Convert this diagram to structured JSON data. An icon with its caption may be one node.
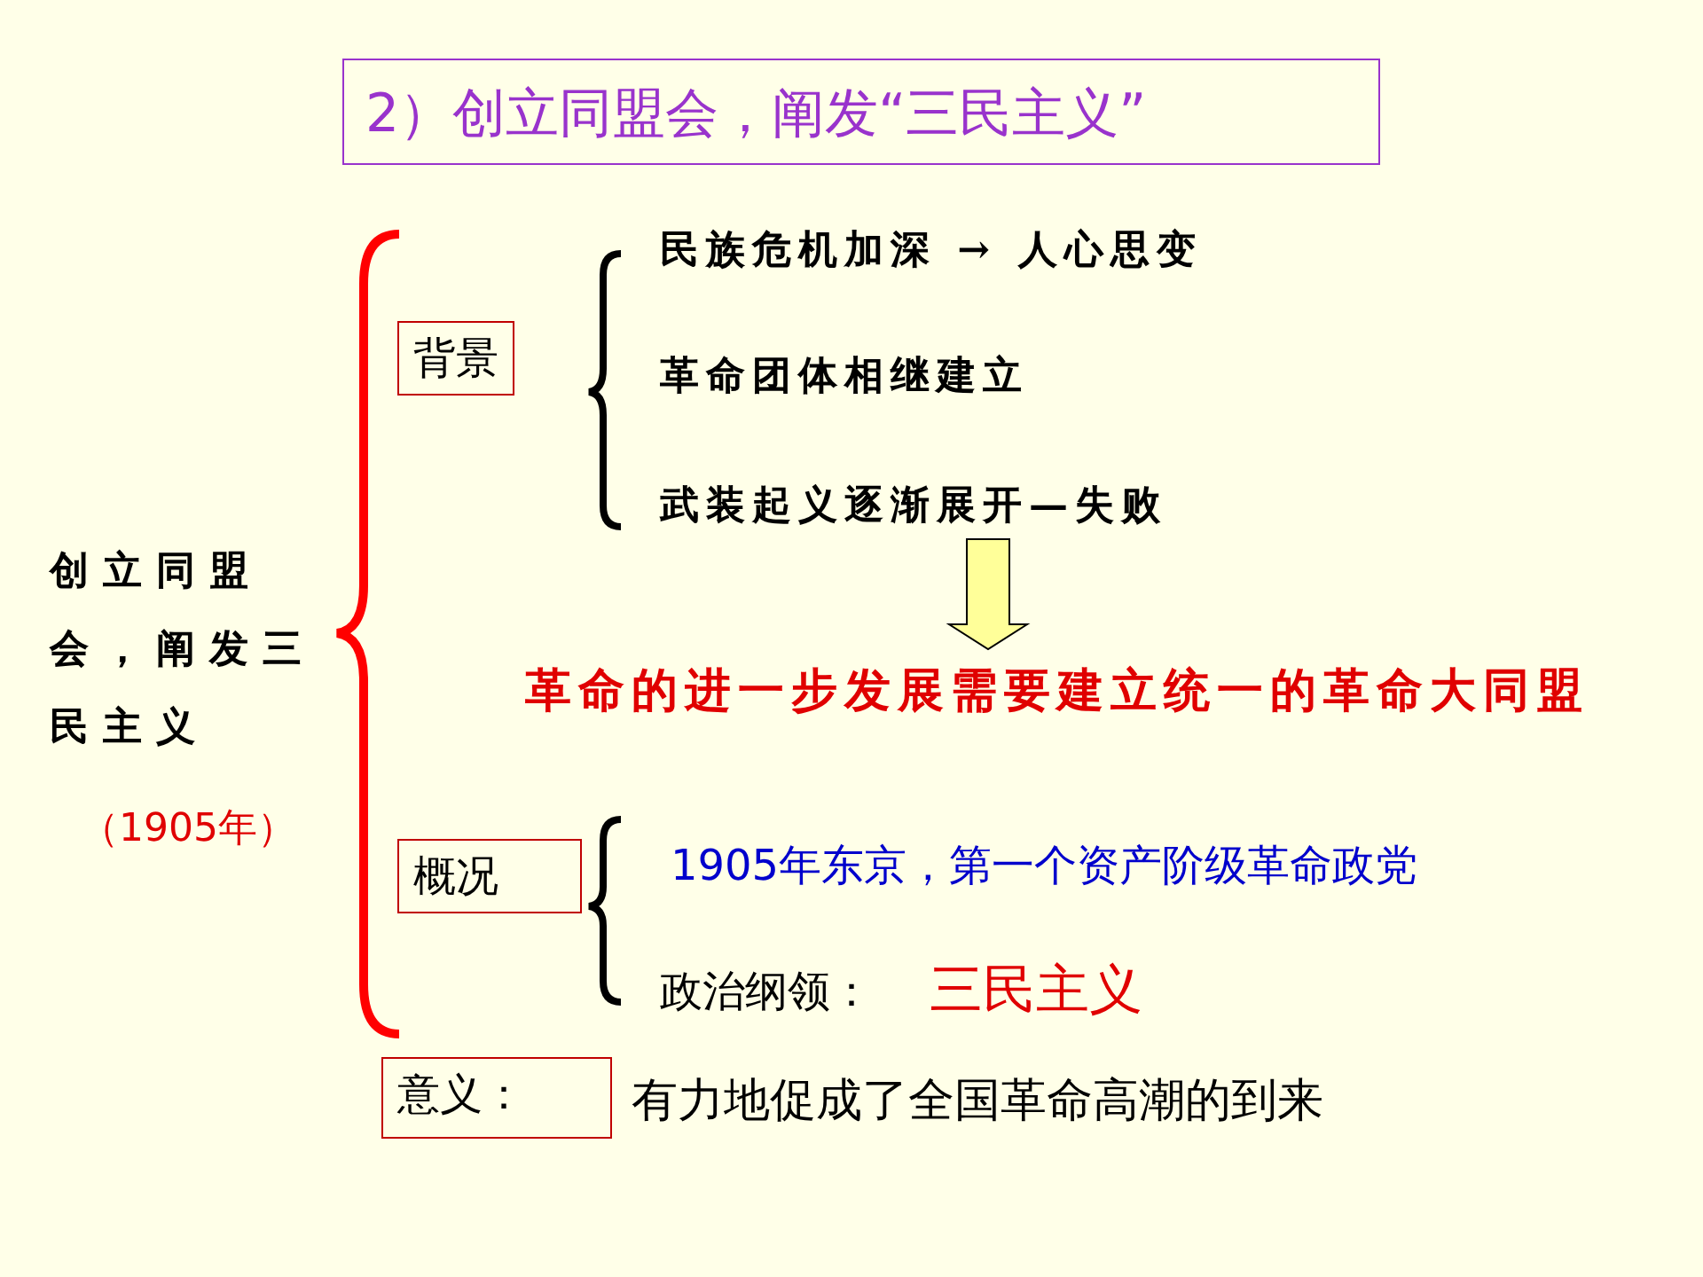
{
  "diagram": {
    "title": "2）创立同盟会，阐发“三民主义”",
    "nodes": [
      {
        "text": [
          "背景"
        ]
      },
      {
        "text": [
          "概况"
        ]
      },
      {
        "text": [
          "意义："
        ]
      },
      {
        "text": [
          "武装起义逐渐展开—失败"
        ]
      },
      {
        "text": [
          "革命的进一步发展需要建立统一的革命大同盟"
        ]
      }
    ],
    "edges": [
      {
        "from": 3,
        "to": 4,
        "arrow": "to",
        "style": "thick"
      }
    ],
    "labels": [
      "民族危机加深 → 人心思变",
      "革命团体相继建立",
      "创立同盟会，阐发三民主义",
      "（1905年）",
      "1905年东京，第一个资产阶级革命政党",
      "政治纲领：",
      "三民主义",
      "有力地促成了全国革命高潮的到来"
    ]
  }
}
